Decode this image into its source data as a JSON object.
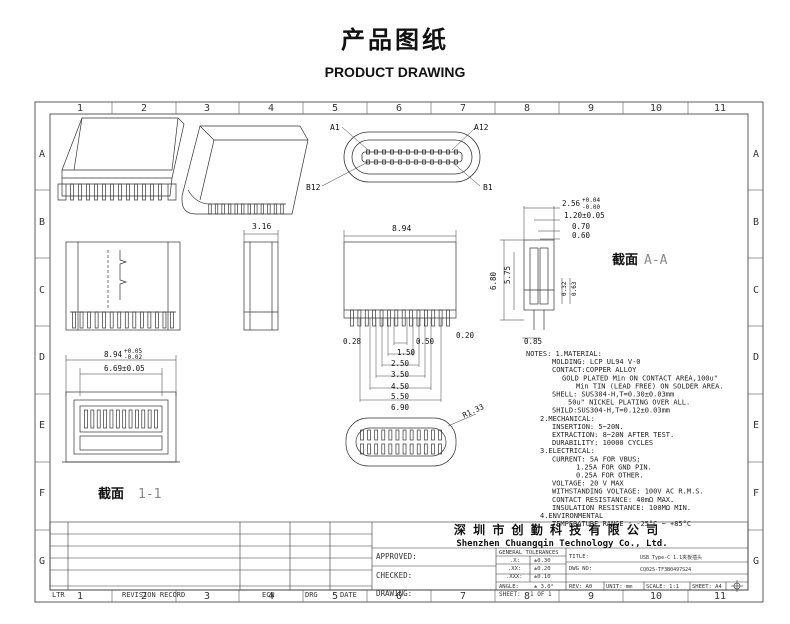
{
  "header": {
    "title_cn": "产品图纸",
    "title_en": "PRODUCT DRAWING"
  },
  "grid": {
    "columns": [
      "1",
      "2",
      "3",
      "4",
      "5",
      "6",
      "7",
      "8",
      "9",
      "10",
      "11"
    ],
    "rows": [
      "A",
      "B",
      "C",
      "D",
      "E",
      "F",
      "G"
    ]
  },
  "pin_labels": {
    "a1": "A1",
    "a12": "A12",
    "b12": "B12",
    "b1": "B1"
  },
  "dims": {
    "d316": "3.16",
    "d894": "8.94",
    "d028": "0.28",
    "d150": "1.50",
    "d050": "0.50",
    "d020": "0.20",
    "d250": "2.50",
    "d350": "3.50",
    "d450": "4.50",
    "d550": "5.50",
    "d690": "6.90",
    "r133": "R1.33",
    "d256": "2.56",
    "d256_tol_up": "+0.04",
    "d256_tol_dn": "-0.00",
    "d120": "1.20±0.05",
    "d070": "0.70",
    "d060": "0.60",
    "d680": "6.80",
    "d575": "5.75",
    "d085": "0.85",
    "d032": "0.32",
    "d063": "0.63",
    "sec_w": "8.94",
    "sec_w_tol_up": "+0.05",
    "sec_w_tol_dn": "-0.02",
    "sec_inner": "6.69±0.05"
  },
  "section_aa": {
    "cn": "截面",
    "label": "A-A"
  },
  "section_11": {
    "cn": "截面",
    "label": "1-1"
  },
  "notes": [
    "NOTES: 1.MATERIAL:",
    "MOLDING: LCP UL94 V-0",
    "CONTACT:COPPER ALLOY",
    "GOLD PLATED Min ON CONTACT AREA,100u\"",
    "Min TIN (LEAD FREE) ON SOLDER AREA.",
    "SHELL: SUS304-H,T=0.30±0.03mm",
    "50u\" NICKEL PLATING OVER ALL.",
    "SHILD:SUS304-H,T=0.12±0.03mm",
    "2.MECHANICAL:",
    "INSERTION: 5~20N.",
    "EXTRACTION: 8~20N AFTER TEST.",
    "DURABILITY: 10000 CYCLES",
    "3.ELECTRICAL:",
    "CURRENT: 5A FOR VBUS;",
    "1.25A FOR GND PIN.",
    "0.25A FOR OTHER.",
    "VOLTAGE: 20 V MAX",
    "WITHSTANDING VOLTAGE: 100V AC R.M.S.",
    "CONTACT RESISTANCE: 40mΩ MAX.",
    "INSULATION RESISTANCE: 100MΩ MIN.",
    "4.ENVIRONMENTAL",
    "TEMPERATURE RANGE : -25°C ~ +85°C"
  ],
  "title_block": {
    "company_cn": "深 圳 市 创 勤 科 技 有 限 公 司",
    "company_en": "Shenzhen Chuangqin Technology Co., Ltd.",
    "approved": "APPROVED:",
    "checked": "CHECKED:",
    "drawing": "DRAWING:",
    "tol_header": "GENERAL TOLERANCES",
    "tol_x": ".X:",
    "tol_x_val": "±0.30",
    "tol_xx": ".XX:",
    "tol_xx_val": "±0.20",
    "tol_xxx": ".XXX:",
    "tol_xxx_val": "±0.10",
    "tol_angle": "ANGLE:",
    "tol_angle_val": "± 3.0°",
    "title_label": "TITLE:",
    "title_value": "USB Type-C 1.1夹板插头",
    "dwg_label": "DWG NO:",
    "dwg_value": "CQ02S-TF3B0497S24",
    "sheet_label": "SHEET:",
    "sheet_value": "1 OF 1",
    "rev_label": "REV: A0",
    "unit_label": "UNIT: mm",
    "scale_label": "SCALE: 1:1",
    "size_label": "SHEET: A4"
  },
  "revision": {
    "ltr": "LTR",
    "record": "REVISION RECORD",
    "ecn": "ECN",
    "drg": "DRG",
    "date": "DATE"
  }
}
